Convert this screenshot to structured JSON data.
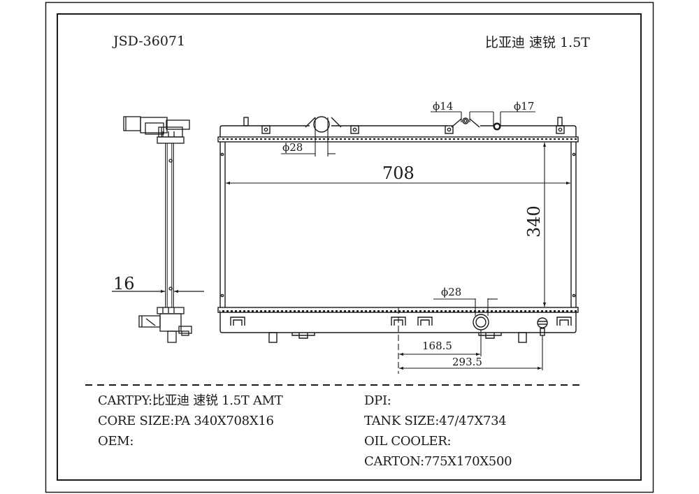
{
  "header": {
    "part_number": "JSD-36071",
    "vehicle": "比亚迪 速锐 1.5T"
  },
  "dimensions": {
    "inlet_diameter": "ϕ28",
    "outlet_diameter": "ϕ28",
    "small_port_diameter": "ϕ14",
    "cap_port_diameter": "ϕ17",
    "core_width": "708",
    "core_height": "340",
    "core_thickness": "16",
    "outlet_offset": "168.5",
    "drain_offset": "293.5"
  },
  "specs": {
    "left": [
      {
        "label": "CARTPY:",
        "value": "比亚迪 速锐 1.5T AMT"
      },
      {
        "label": "CORE SIZE:",
        "value": "PA 340X708X16"
      },
      {
        "label": "OEM:",
        "value": ""
      }
    ],
    "right": [
      {
        "label": "DPI:",
        "value": ""
      },
      {
        "label": "TANK SIZE:",
        "value": "47/47X734"
      },
      {
        "label": "OIL COOLER:",
        "value": ""
      },
      {
        "label": "CARTON:",
        "value": "775X170X500"
      }
    ]
  },
  "colors": {
    "line": "#1a1a1a",
    "background": "#ffffff"
  }
}
